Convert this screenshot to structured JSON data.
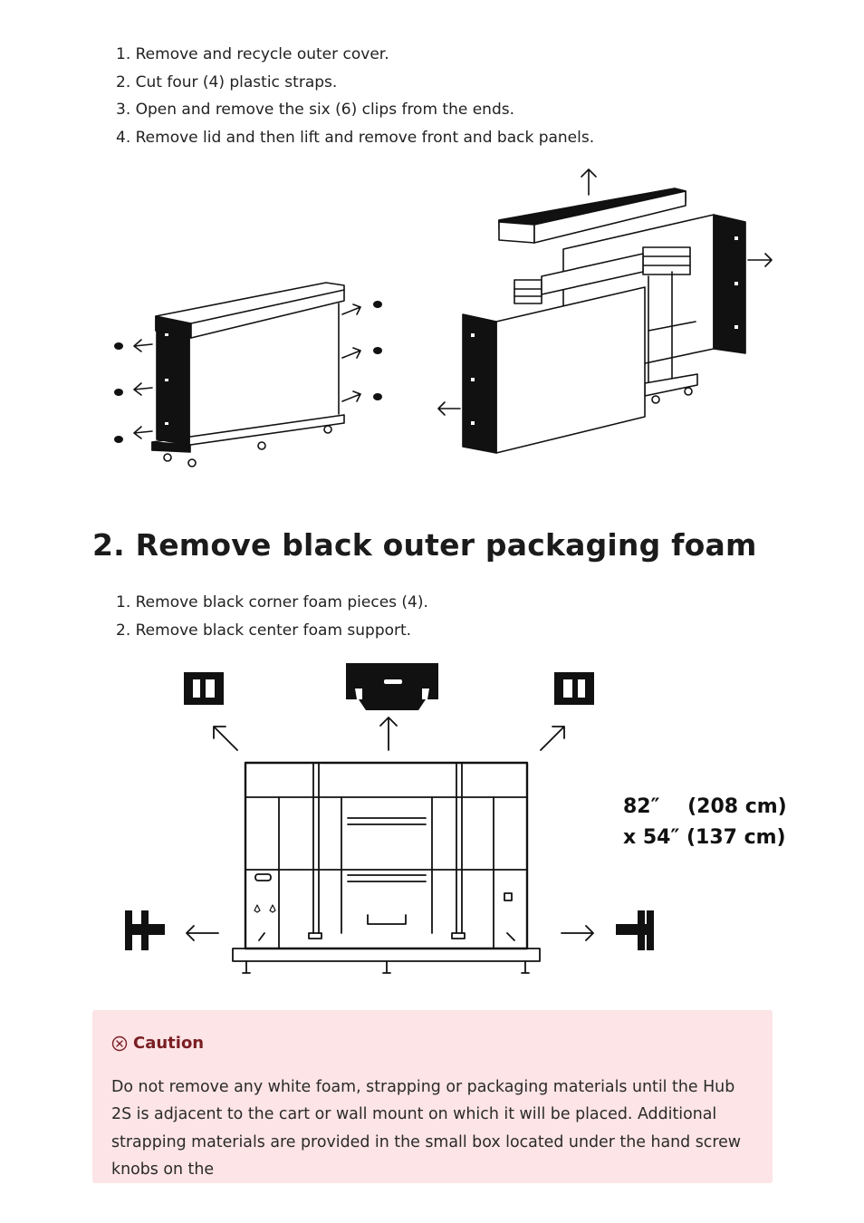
{
  "steps_unpack": [
    "1. Remove and recycle outer cover.",
    "2. Cut four (4) plastic straps.",
    "3. Open and remove the six (6) clips from the ends.",
    "4. Remove lid and then lift and remove front and back panels."
  ],
  "section": {
    "title": "2. Remove black outer packaging foam",
    "steps": [
      "1. Remove black corner foam pieces (4).",
      "2. Remove black center foam support."
    ]
  },
  "dimensions": {
    "line1": "82″    (208 cm)",
    "line2": "x 54″ (137 cm)"
  },
  "caution": {
    "icon": "circle-x-icon",
    "title": "Caution",
    "body": "Do not remove any white foam, strapping or packaging materials until the Hub 2S is adjacent to the cart or wall mount on which it will be placed. Additional strapping materials are provided in the small box located under the hand screw knobs on the"
  },
  "colors": {
    "caution_bg": "#fde4e6",
    "caution_title": "#7a1e24"
  }
}
